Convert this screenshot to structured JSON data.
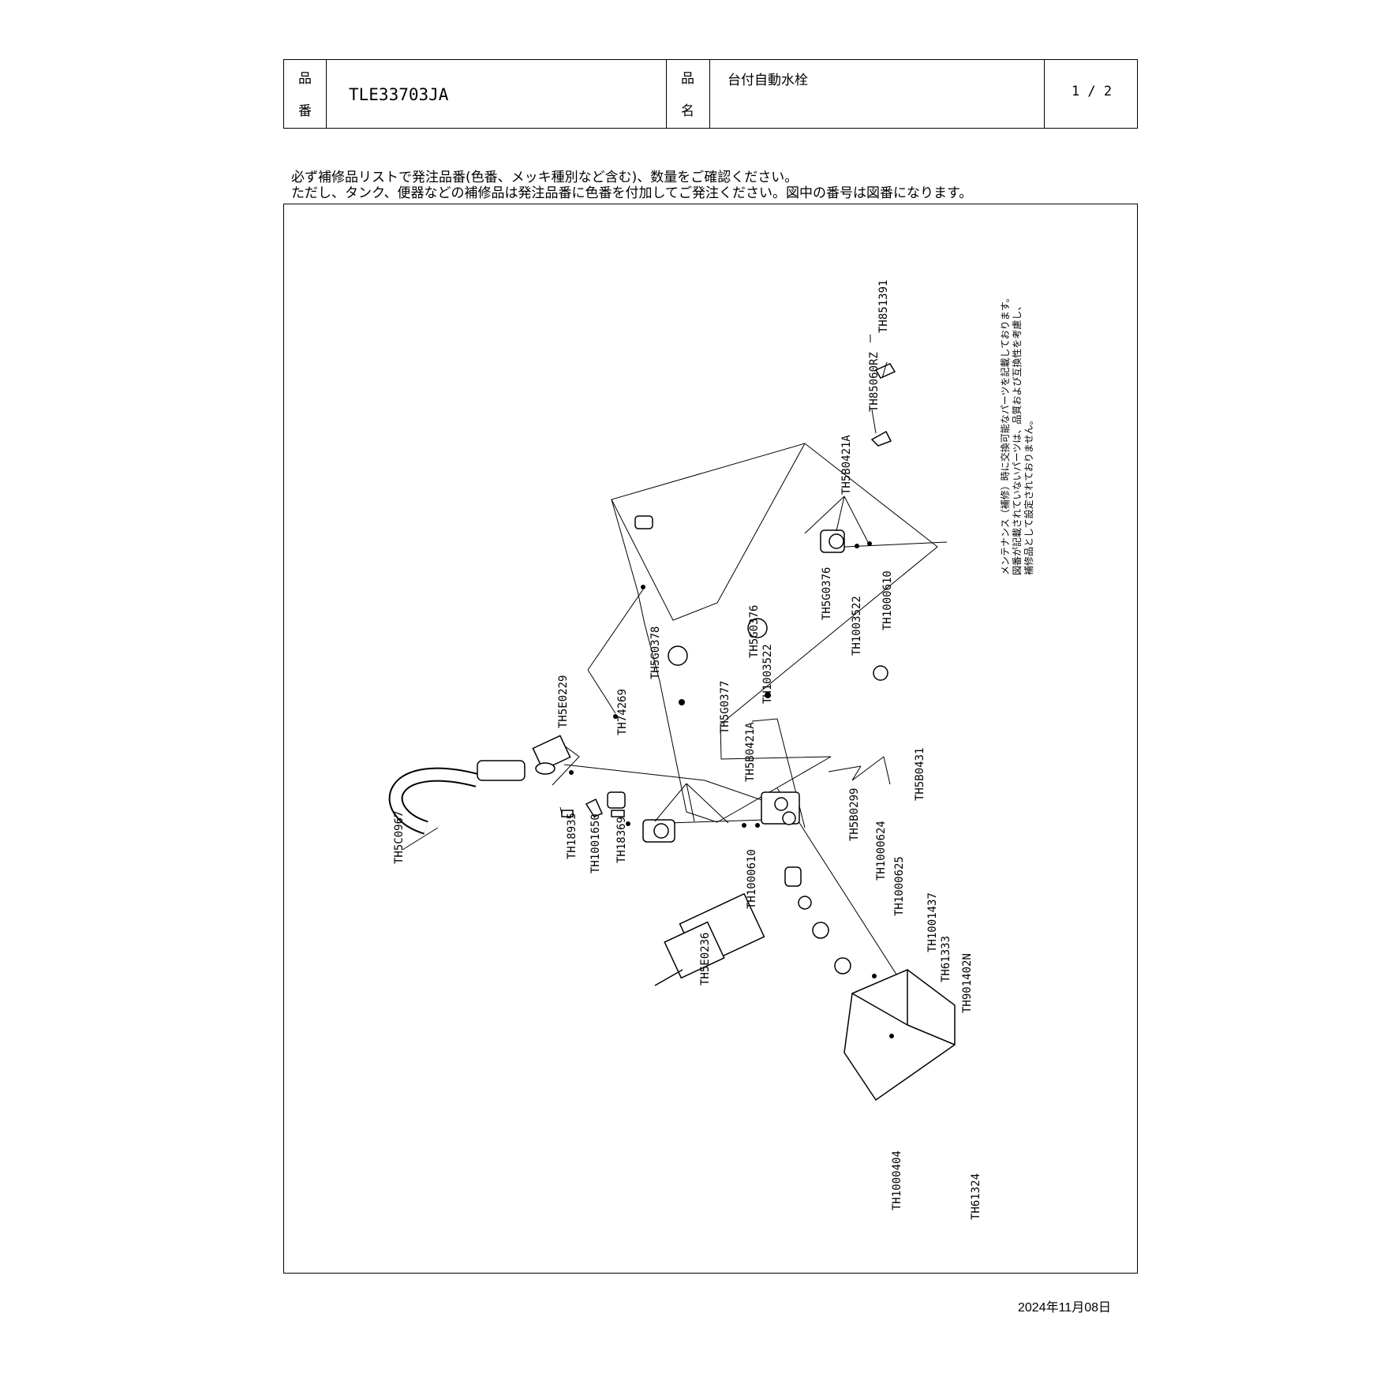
{
  "header": {
    "code_label_1": "品",
    "code_label_2": "番",
    "product_code": "TLE33703JA",
    "name_label_1": "品",
    "name_label_2": "名",
    "product_name": "台付自動水栓",
    "page": "1 / 2"
  },
  "notes": [
    "必ず補修品リストで発注品番(色番、メッキ種別など含む)、数量をご確認ください。",
    "ただし、タンク、便器などの補修品は発注品番に色番を付加してご発注ください。図中の番号は図番になります。"
  ],
  "diagram": {
    "side_note": [
      "メンテナンス（補修）時に交換可能なパーツを記載しております。",
      "図番が記載されていないパーツは、品質および互換性を考慮し、",
      "補修品として設定されておりません。"
    ],
    "parts": [
      "TH851391",
      "TH85060RZ",
      "TH5B0421A",
      "TH1000610",
      "TH5G0376",
      "TH1003522",
      "TH5G0378",
      "TH5G0376",
      "TH1003522",
      "TH5G0377",
      "TH5E0229",
      "TH74269",
      "TH5B0421A",
      "TH5C0967",
      "TH18935",
      "TH1001650",
      "TH18369",
      "TH1000610",
      "TH5B0431",
      "TH5B0299",
      "TH1000624",
      "TH1000625",
      "TH1001437",
      "TH61333",
      "TH901402N",
      "TH5E0236",
      "TH1000404",
      "TH61324"
    ]
  },
  "date": "2024年11月08日"
}
